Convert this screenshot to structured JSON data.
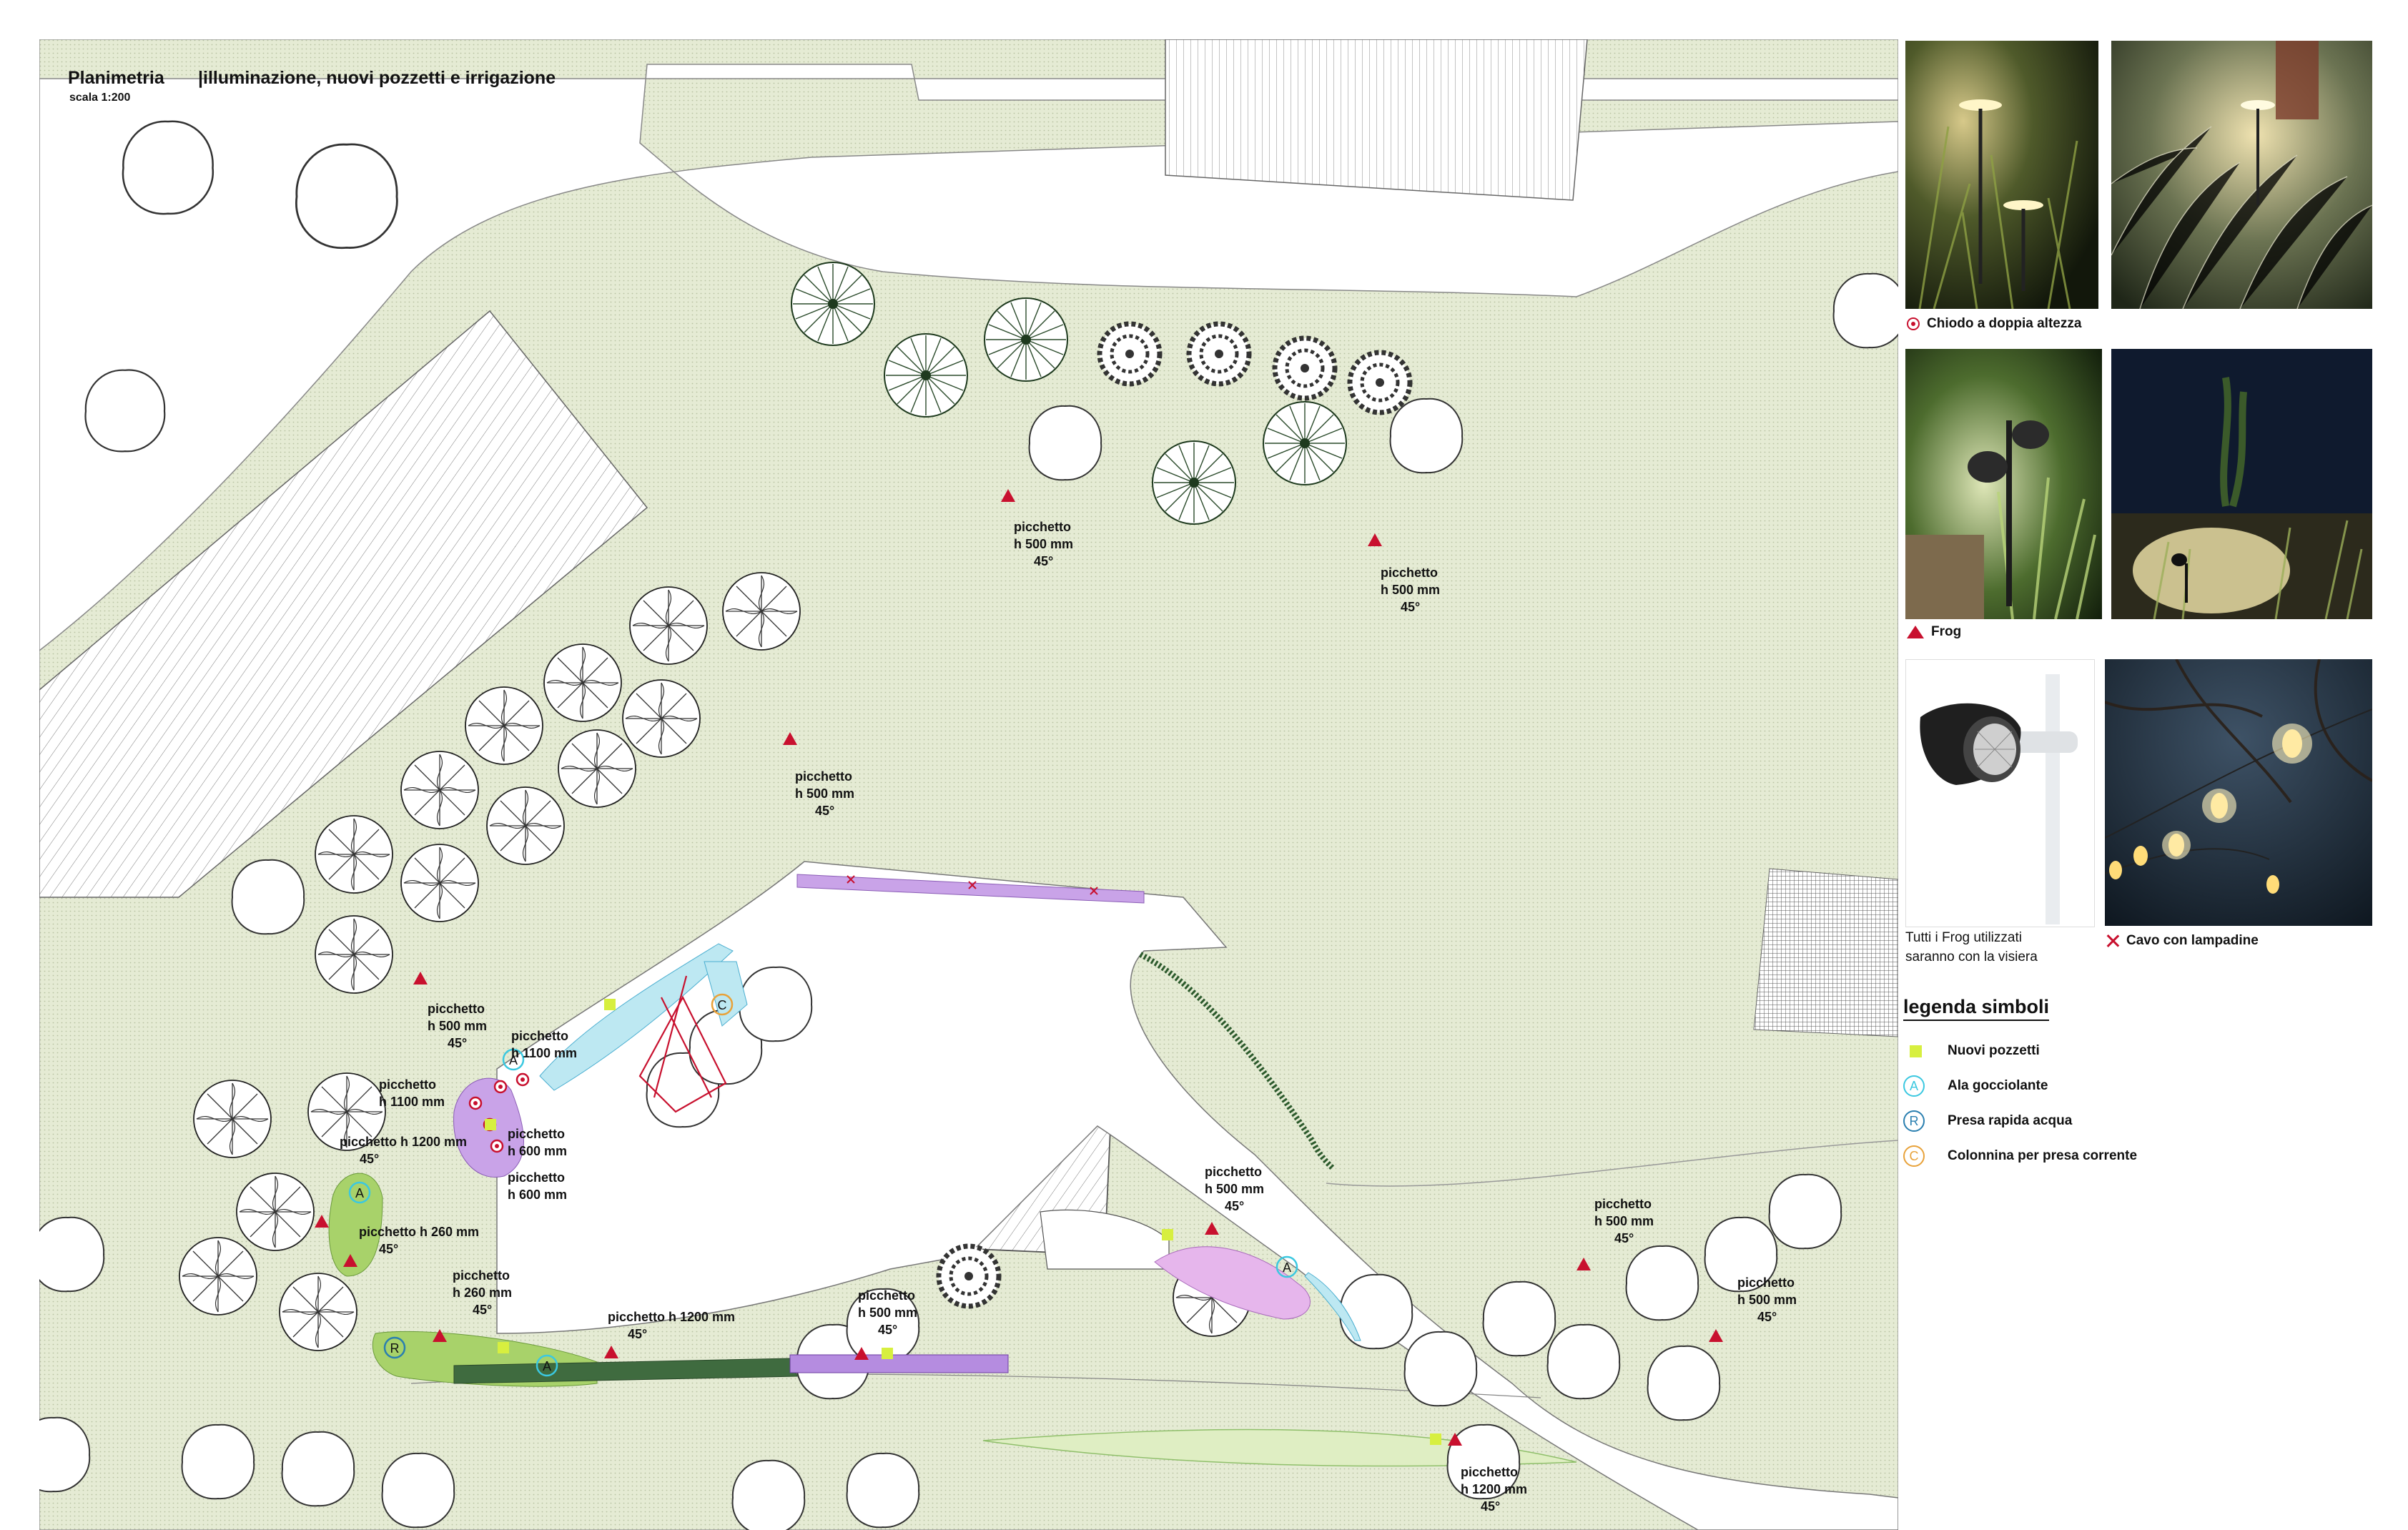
{
  "header": {
    "title": "Planimetria",
    "subtitle": "|illuminazione, nuovi pozzetti e irrigazione",
    "scale": "scala 1:200"
  },
  "annotations": [
    {
      "l1": "picchetto",
      "l2": "h 500 mm",
      "l3": "45°"
    },
    {
      "l1": "picchetto",
      "l2": "h 500 mm",
      "l3": "45°"
    },
    {
      "l1": "picchetto",
      "l2": "h 500 mm",
      "l3": "45°"
    },
    {
      "l1": "picchetto",
      "l2": "h 500 mm",
      "l3": "45°"
    },
    {
      "l1": "picchetto",
      "l2": "h 1100 mm",
      "l3": ""
    },
    {
      "l1": "picchetto",
      "l2": "h 1100 mm",
      "l3": ""
    },
    {
      "l1": "picchetto h 1200 mm",
      "l2": "45°",
      "l3": ""
    },
    {
      "l1": "picchetto",
      "l2": "h 600 mm",
      "l3": ""
    },
    {
      "l1": "picchetto",
      "l2": "h 600 mm",
      "l3": ""
    },
    {
      "l1": "picchetto h 260 mm",
      "l2": "45°",
      "l3": ""
    },
    {
      "l1": "picchetto",
      "l2": "h 260 mm",
      "l3": "45°"
    },
    {
      "l1": "picchetto h 1200 mm",
      "l2": "45°",
      "l3": ""
    },
    {
      "l1": "picchetto",
      "l2": "h 500 mm",
      "l3": "45°"
    },
    {
      "l1": "picchetto",
      "l2": "h 500 mm",
      "l3": "45°"
    },
    {
      "l1": "picchetto",
      "l2": "h 500 mm",
      "l3": "45°"
    },
    {
      "l1": "picchetto",
      "l2": "h 500 mm",
      "l3": "45°"
    },
    {
      "l1": "picchetto",
      "l2": "h 1200 mm",
      "l3": "45°"
    }
  ],
  "markers": {
    "a": "A",
    "r": "R",
    "c": "C"
  },
  "photos": {
    "chiodo_caption": "Chiodo a doppia altezza",
    "frog_caption": "Frog",
    "frog_note_l1": "Tutti i Frog utilizzati",
    "frog_note_l2": "saranno con la visiera",
    "cavo_caption": "Cavo con lampadine"
  },
  "legend": {
    "title": "legenda simboli",
    "items": [
      {
        "symbol": "",
        "label": "Nuovi pozzetti"
      },
      {
        "symbol": "A",
        "label": "Ala gocciolante"
      },
      {
        "symbol": "R",
        "label": "Presa rapida acqua"
      },
      {
        "symbol": "C",
        "label": "Colonnina per presa corrente"
      }
    ]
  },
  "colors": {
    "lawn": "#e4ead3",
    "frog_red": "#c8102e",
    "pozzetto_green": "#d7ef3f",
    "ala_cyan": "#3bc8e0",
    "presa_blue": "#2a7fb0",
    "colonnina_orange": "#e8a23a",
    "purple_bed": "#c9a3e8",
    "cyan_bed": "#bde8f2",
    "green_bed": "#a8d26a"
  }
}
